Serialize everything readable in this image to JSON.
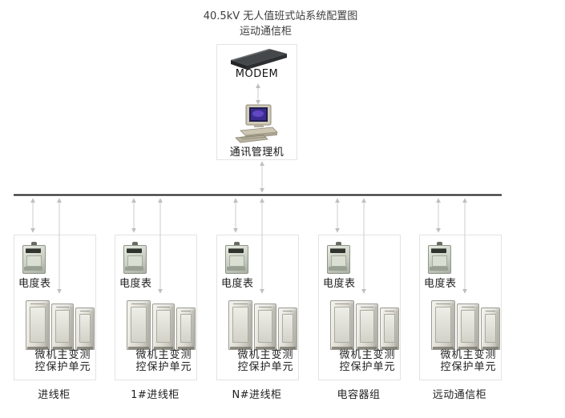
{
  "page": {
    "title": "40.5kV 无人值班式站系统配置图",
    "subtitle": "运动通信柜"
  },
  "comm_unit": {
    "modem_label": "MODEM",
    "computer_label": "通讯管理机"
  },
  "branches": [
    {
      "meter_label": "电度表",
      "unit_line1": "微机主变测",
      "unit_line2": "控保护单元",
      "name": "进线柜"
    },
    {
      "meter_label": "电度表",
      "unit_line1": "微机主变测",
      "unit_line2": "控保护单元",
      "name": "1#进线柜"
    },
    {
      "meter_label": "电度表",
      "unit_line1": "微机主变测",
      "unit_line2": "控保护单元",
      "name": "N#进线柜"
    },
    {
      "meter_label": "电度表",
      "unit_line1": "微机主变测",
      "unit_line2": "控保护单元",
      "name": "电容器组"
    },
    {
      "meter_label": "电度表",
      "unit_line1": "微机主变测",
      "unit_line2": "控保护单元",
      "name": "远动通信柜"
    }
  ],
  "icons": {
    "modem": "modem-device-icon",
    "computer": "desktop-computer-icon",
    "meter": "energy-meter-icon",
    "cabinets": "control-cabinets-icon"
  },
  "colors": {
    "bus_line": "#1c1c1c",
    "connector": "#cecece",
    "arrowhead": "#bfbfbf",
    "box_border": "#e3e3e3",
    "text": "#1e1e1e"
  }
}
